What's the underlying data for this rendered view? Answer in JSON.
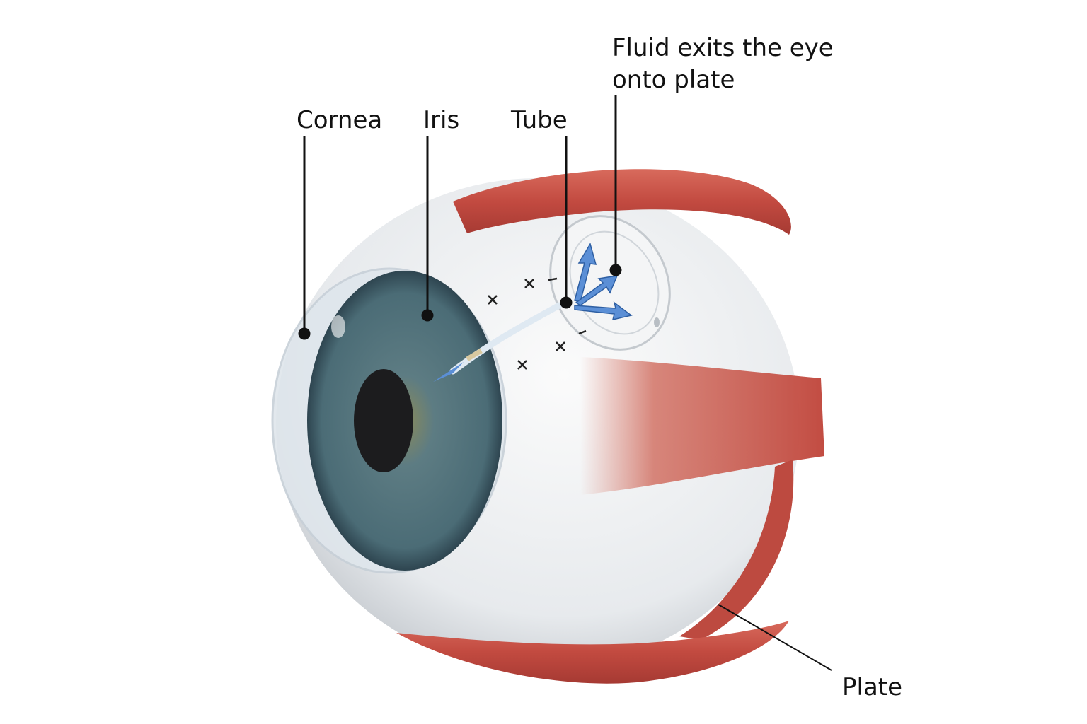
{
  "labels": {
    "cornea": "Cornea",
    "iris": "Iris",
    "tube": "Tube",
    "fluid_line1": "Fluid exits the eye",
    "fluid_line2": "onto plate",
    "plate": "Plate"
  },
  "colors": {
    "muscle": "#c9544a",
    "sclera": "#eef0f2",
    "iris": "#4f6f78",
    "pupil": "#1c1c1e",
    "arrow": "#5b8fd6",
    "leader": "#111111"
  }
}
